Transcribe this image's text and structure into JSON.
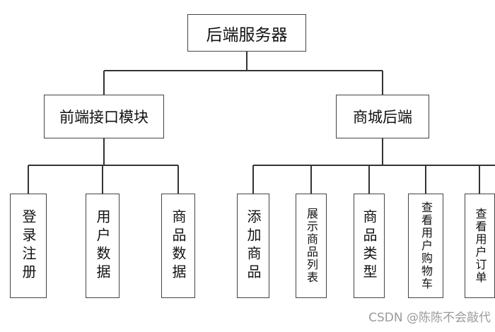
{
  "root": {
    "label": "后端服务器"
  },
  "level1": [
    {
      "label": "前端接口模块"
    },
    {
      "label": "商城后端"
    }
  ],
  "leaves_left": [
    {
      "label": "登录注册"
    },
    {
      "label": "用户数据"
    },
    {
      "label": "商品数据"
    }
  ],
  "leaves_right": [
    {
      "label": "添加商品"
    },
    {
      "label": "展示商品列表"
    },
    {
      "label": "商品类型"
    },
    {
      "label": "查看用户购物车"
    },
    {
      "label": "查看用户订单"
    }
  ],
  "watermark": "CSDN @陈陈不会敲代"
}
